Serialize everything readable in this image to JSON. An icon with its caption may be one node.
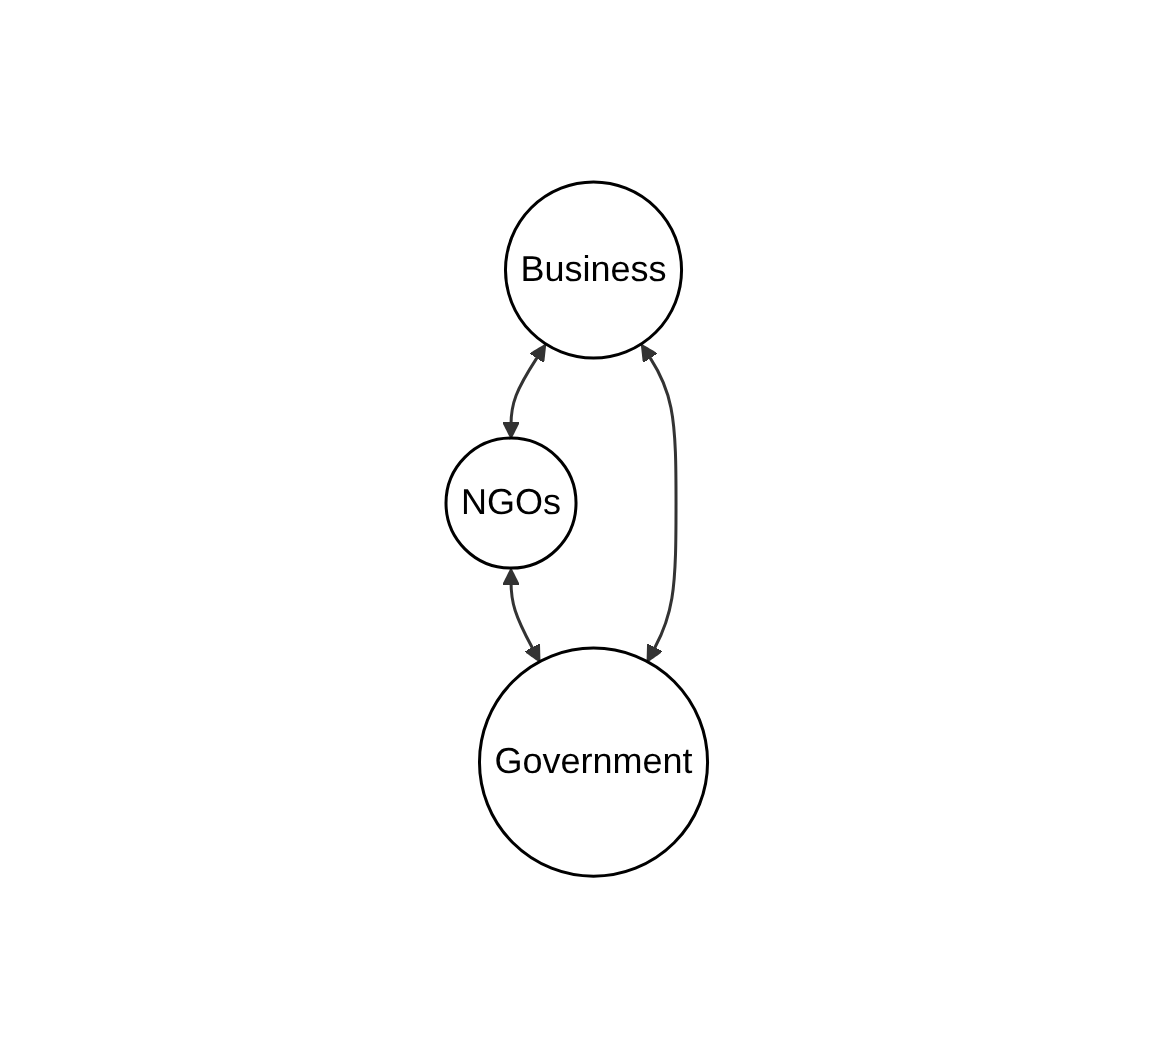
{
  "diagram": {
    "nodes": [
      {
        "text": [
          "NGOs"
        ]
      },
      {
        "text": [
          "Business"
        ]
      },
      {
        "text": [
          "Government"
        ]
      }
    ],
    "edges": [
      {
        "from": 1,
        "to": 0,
        "arrow": "both"
      },
      {
        "from": 0,
        "to": 2,
        "arrow": "both"
      },
      {
        "from": 1,
        "to": 2,
        "arrow": "both"
      }
    ]
  }
}
